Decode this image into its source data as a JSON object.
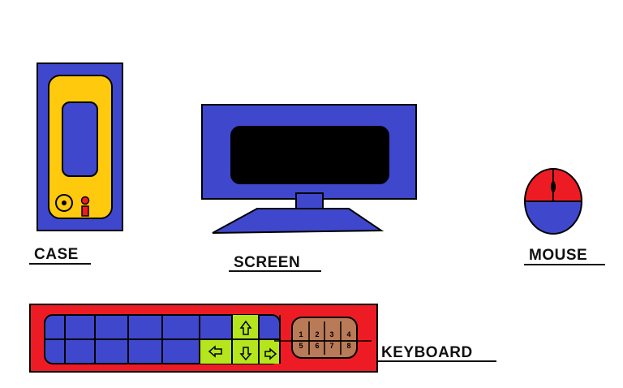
{
  "labels": {
    "case": "CASE",
    "screen": "SCREEN",
    "mouse": "MOUSE",
    "keyboard": "KEYBOARD"
  },
  "keypad": [
    "1",
    "2",
    "3",
    "4",
    "5",
    "6",
    "7",
    "8"
  ],
  "colors": {
    "blue": "#3f48cc",
    "yellow": "#ffc90e",
    "red": "#ed1c24",
    "black": "#000000",
    "green": "#b5e61d",
    "brown": "#b97a57"
  }
}
